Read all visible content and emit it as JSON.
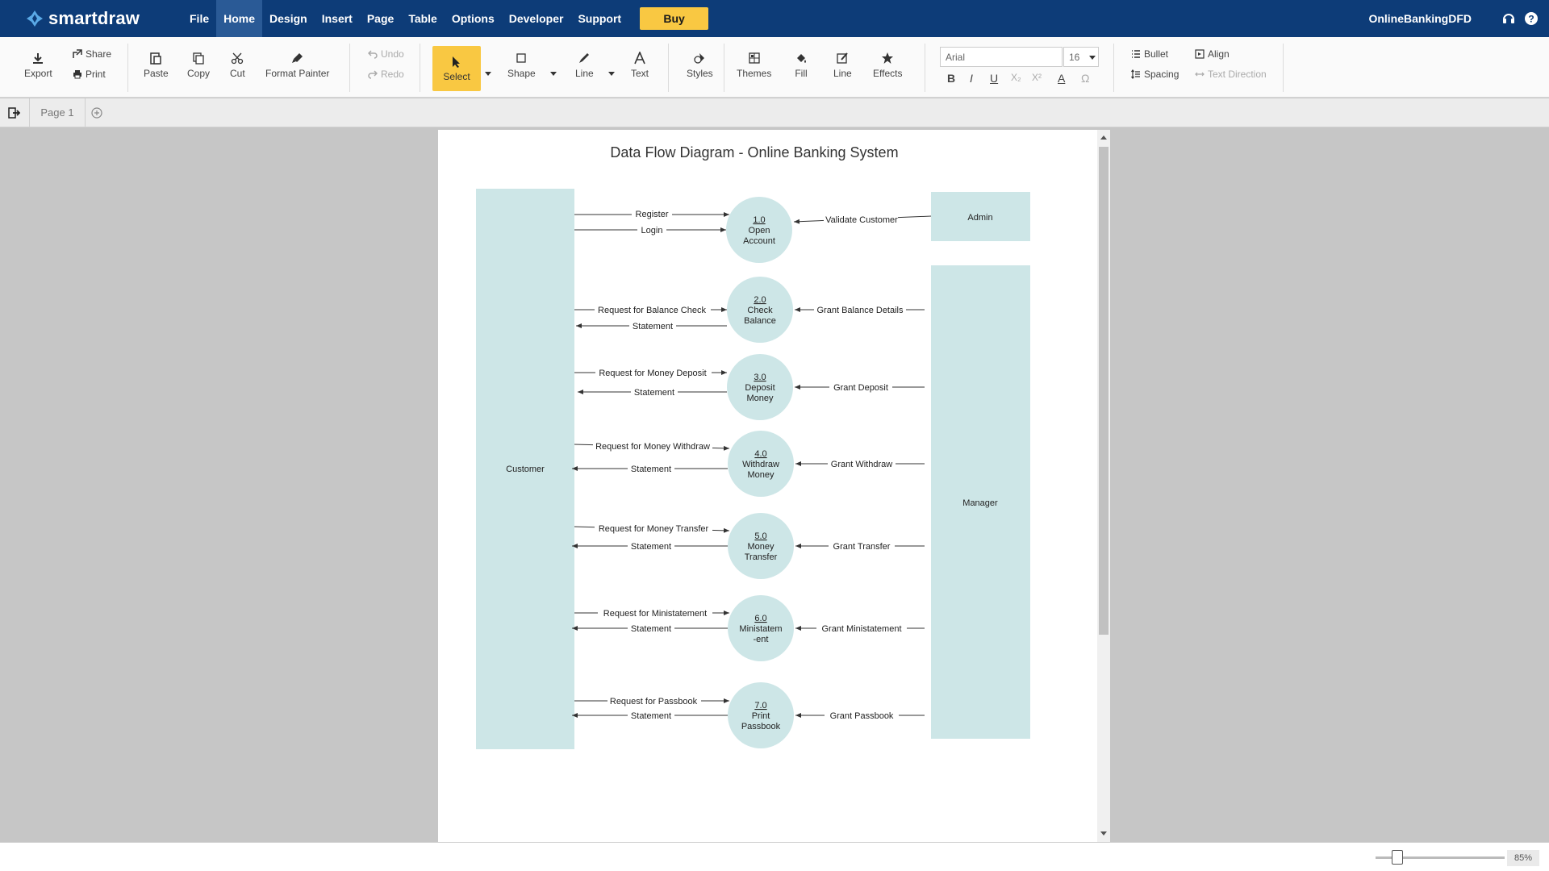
{
  "app": {
    "logo_text": "smartdraw",
    "document_name": "OnlineBankingDFD"
  },
  "menu": [
    "File",
    "Home",
    "Design",
    "Insert",
    "Page",
    "Table",
    "Options",
    "Developer",
    "Support"
  ],
  "buy_label": "Buy",
  "ribbon": {
    "export": "Export",
    "share": "Share",
    "print": "Print",
    "paste": "Paste",
    "copy": "Copy",
    "cut": "Cut",
    "format_painter": "Format Painter",
    "undo": "Undo",
    "redo": "Redo",
    "select": "Select",
    "shape": "Shape",
    "line": "Line",
    "text": "Text",
    "styles": "Styles",
    "themes": "Themes",
    "fill": "Fill",
    "line2": "Line",
    "effects": "Effects",
    "font_name": "Arial",
    "font_size": "16",
    "bullet": "Bullet",
    "align": "Align",
    "spacing": "Spacing",
    "text_direction": "Text Direction"
  },
  "page_tab": "Page 1",
  "zoom": "85%",
  "diagram": {
    "title": "Data Flow Diagram - Online Banking System",
    "entities": {
      "customer": "Customer",
      "admin": "Admin",
      "manager": "Manager"
    },
    "processes": [
      {
        "num": "1.0",
        "l1": "Open",
        "l2": "Account"
      },
      {
        "num": "2.0",
        "l1": "Check",
        "l2": "Balance"
      },
      {
        "num": "3.0",
        "l1": "Deposit",
        "l2": "Money"
      },
      {
        "num": "4.0",
        "l1": "Withdraw",
        "l2": "Money"
      },
      {
        "num": "5.0",
        "l1": "Money",
        "l2": "Transfer"
      },
      {
        "num": "6.0",
        "l1": "Ministatem",
        "l2": "-ent"
      },
      {
        "num": "7.0",
        "l1": "Print",
        "l2": "Passbook"
      }
    ],
    "flows_left": [
      [
        "Register",
        "Login"
      ],
      [
        "Request for Balance Check",
        "Statement"
      ],
      [
        "Request for Money Deposit",
        "Statement"
      ],
      [
        "Request for Money Withdraw",
        "Statement"
      ],
      [
        "Request for Money Transfer",
        "Statement"
      ],
      [
        "Request for Ministatement",
        "Statement"
      ],
      [
        "Request for Passbook",
        "Statement"
      ]
    ],
    "flows_right": [
      "Validate Customer",
      "Grant Balance Details",
      "Grant Deposit",
      "Grant Withdraw",
      "Grant Transfer",
      "Grant Ministatement",
      "Grant Passbook"
    ],
    "colors": {
      "shape_fill": "#cde6e7",
      "line": "#333333"
    }
  }
}
